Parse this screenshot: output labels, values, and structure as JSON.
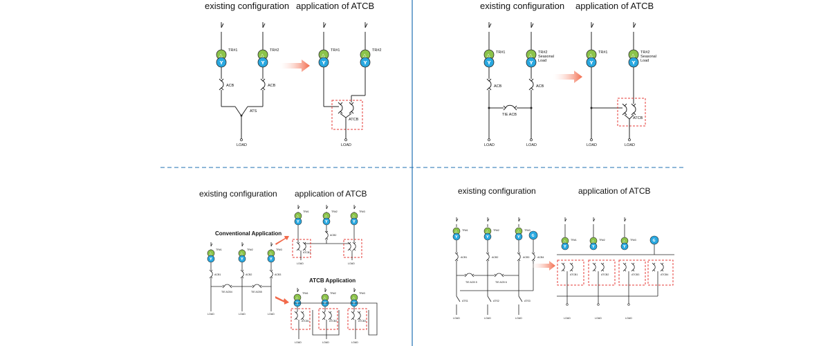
{
  "colors": {
    "divider": "#1f6fb2",
    "transformer_delta": "#8bc34a",
    "transformer_wye": "#29a8e0",
    "highlight_box": "#e53935",
    "arrow": "#f26a4b"
  },
  "panel_top_left": {
    "title_existing": "existing configuration",
    "title_atcb": "application of ATCB",
    "tr1": "TR#1",
    "tr2": "TR#2",
    "acb": "ACB",
    "ats": "ATS",
    "load": "LOAD",
    "atcb": "ATCB"
  },
  "panel_top_right": {
    "title_existing": "existing configuration",
    "title_atcb": "application of ATCB",
    "tr1": "TR#1",
    "tr2": "TR#2",
    "tr2_note_1": "Seasonal",
    "tr2_note_2": "Load",
    "acb": "ACB",
    "tie_acb": "TIE ACB",
    "load": "LOAD",
    "atcb": "ATCB"
  },
  "panel_bottom_left": {
    "title_existing": "existing configuration",
    "title_atcb": "application of ATCB",
    "conventional": "Conventional Application",
    "atcb_application": "ATCB Application",
    "tr1": "TR#1",
    "tr2": "TR#2",
    "tr3": "TR#3",
    "acb1": "ACB1",
    "acb2": "ACB2",
    "acb3": "ACB3",
    "tie_acb4": "TIE ACB4",
    "tie_acb5": "TIE ACB5",
    "load": "LOAD",
    "atcb1": "ATCB1",
    "atcb2": "ATCB2",
    "atcb3": "ATCB3"
  },
  "panel_bottom_right": {
    "title_existing": "existing configuration",
    "title_atcb": "application of ATCB",
    "tr1": "TR#1",
    "tr2": "TR#2",
    "tr3": "TR#3",
    "gen": "G",
    "acb1": "ACB1",
    "acb2": "ACB2",
    "acb3": "ACB3",
    "acb4": "ACB4",
    "tie_acb5": "TIE ACB 5",
    "tie_acb6": "TIE ACB 6",
    "ats1": "ATS1",
    "ats2": "ATS2",
    "ats3": "ATS3",
    "load": "LOAD",
    "atcb1": "ATCB1",
    "atcb2": "ATCB2",
    "atcb3": "ATCB3",
    "atcb4": "ATCB4"
  },
  "glyphs": {
    "delta": "△",
    "wye": "Y"
  }
}
